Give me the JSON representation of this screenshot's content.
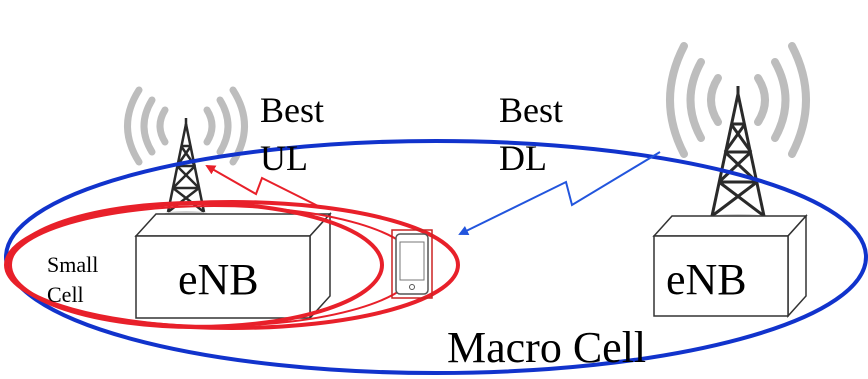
{
  "labels": {
    "best_ul_top": "Best",
    "best_ul_bottom": "UL",
    "best_dl_top": "Best",
    "best_dl_bottom": "DL",
    "small_cell_line1": "Small",
    "small_cell_line2": "Cell",
    "enb_left": "eNB",
    "enb_right": "eNB",
    "macro_cell": "Macro Cell"
  },
  "colors": {
    "macro_cell_outline": "#1133cc",
    "small_cell_outline": "#e8202a",
    "uplink_arrow": "#e8202a",
    "downlink_arrow": "#2255dd",
    "device_outline": "#cc2222",
    "tower": "#2a2a2a",
    "radio_waves": "#bdbdbd"
  }
}
